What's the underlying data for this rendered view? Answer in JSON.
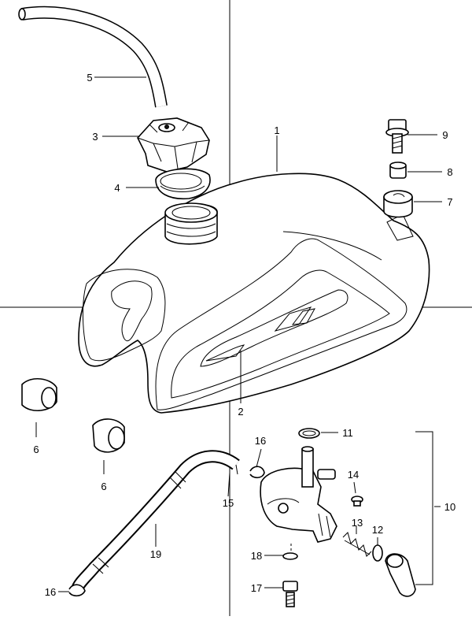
{
  "diagram": {
    "labels": {
      "p1": "1",
      "p2": "2",
      "p3": "3",
      "p4": "4",
      "p5": "5",
      "p6a": "6",
      "p6b": "6",
      "p7": "7",
      "p8": "8",
      "p9": "9",
      "p10": "10",
      "p11": "11",
      "p12": "12",
      "p13": "13",
      "p14": "14",
      "p15": "15",
      "p16a": "16",
      "p16b": "16",
      "p17": "17",
      "p18": "18",
      "p19": "19"
    }
  }
}
